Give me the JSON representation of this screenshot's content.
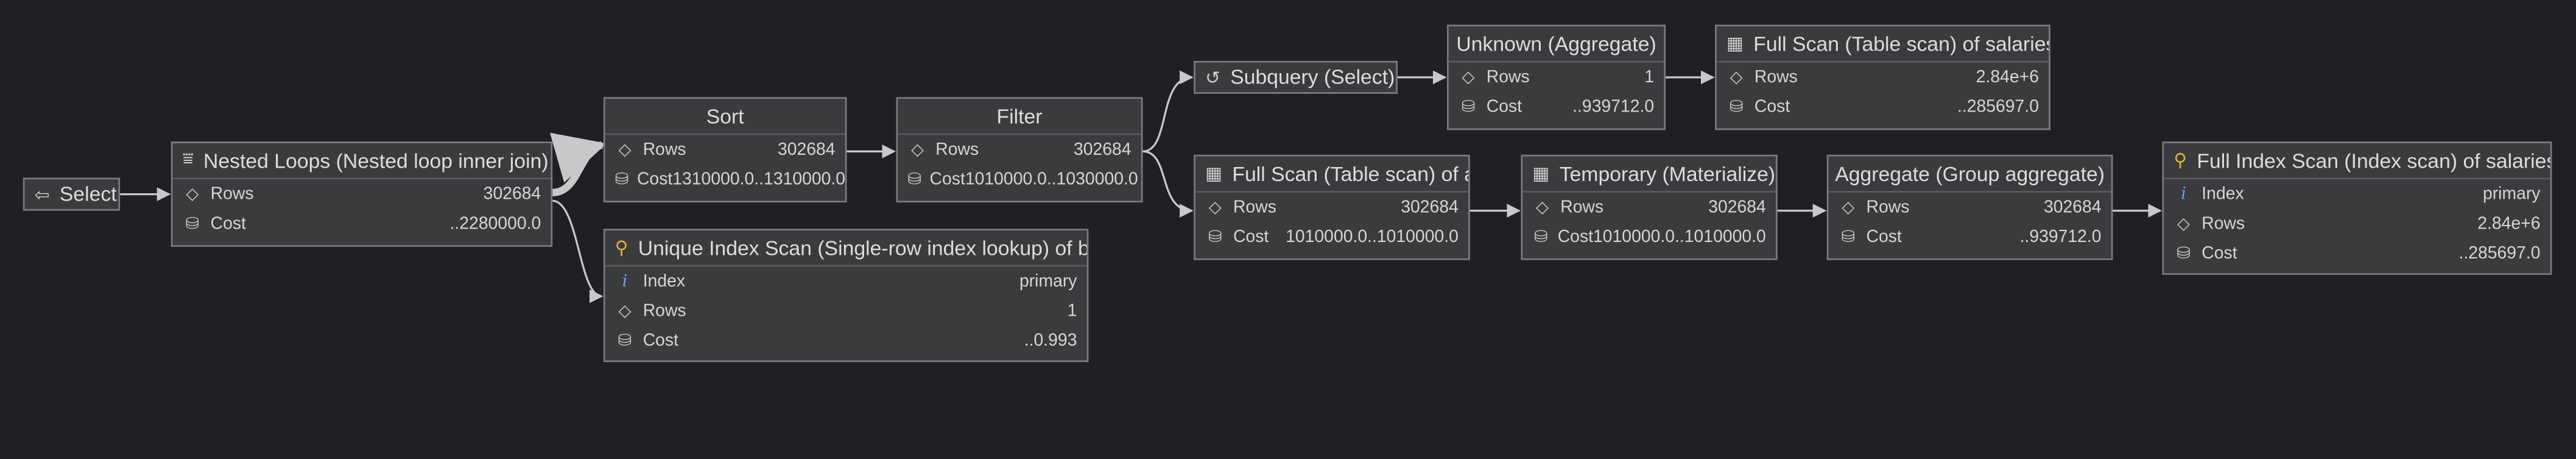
{
  "nodes": {
    "select": {
      "title": "Select",
      "icon": "select-arrow-icon"
    },
    "nested_loops": {
      "title": "Nested Loops (Nested loop inner join)",
      "icon": "nested-loop-icon",
      "rows": "302684",
      "cost": "..2280000.0"
    },
    "sort": {
      "title": "Sort",
      "rows": "302684",
      "cost": "1310000.0..1310000.0"
    },
    "filter": {
      "title": "Filter",
      "rows": "302684",
      "cost": "1010000.0..1030000.0"
    },
    "unique_index": {
      "title": "Unique Index Scan (Single-row index lookup) of b",
      "icon": "key-icon",
      "index": "primary",
      "rows": "1",
      "cost": "..0.993"
    },
    "subquery": {
      "title": "Subquery (Select)",
      "icon": "subquery-icon"
    },
    "unknown_agg": {
      "title": "Unknown (Aggregate)",
      "rows": "1",
      "cost": "..939712.0"
    },
    "full_scan_sal": {
      "title": "Full Scan (Table scan) of salaries",
      "icon": "table-icon",
      "rows": "2.84e+6",
      "cost": "..285697.0"
    },
    "full_scan_a": {
      "title": "Full Scan (Table scan) of a",
      "icon": "table-icon",
      "rows": "302684",
      "cost": "1010000.0..1010000.0"
    },
    "temporary": {
      "title": "Temporary (Materialize)",
      "icon": "table-icon",
      "rows": "302684",
      "cost": "1010000.0..1010000.0"
    },
    "aggregate": {
      "title": "Aggregate (Group aggregate)",
      "rows": "302684",
      "cost": "..939712.0"
    },
    "full_index": {
      "title": "Full Index Scan (Index scan) of salaries",
      "icon": "key-icon",
      "index": "primary",
      "rows": "2.84e+6",
      "cost": "..285697.0"
    }
  },
  "labels": {
    "rows": "Rows",
    "cost": "Cost",
    "index": "Index"
  },
  "colors": {
    "background": "#1f2023",
    "node": "#3a3b3d",
    "border": "#7a7b7e",
    "edge": "#c8c8c8",
    "key": "#e2b33a",
    "info": "#6fa0ff"
  }
}
